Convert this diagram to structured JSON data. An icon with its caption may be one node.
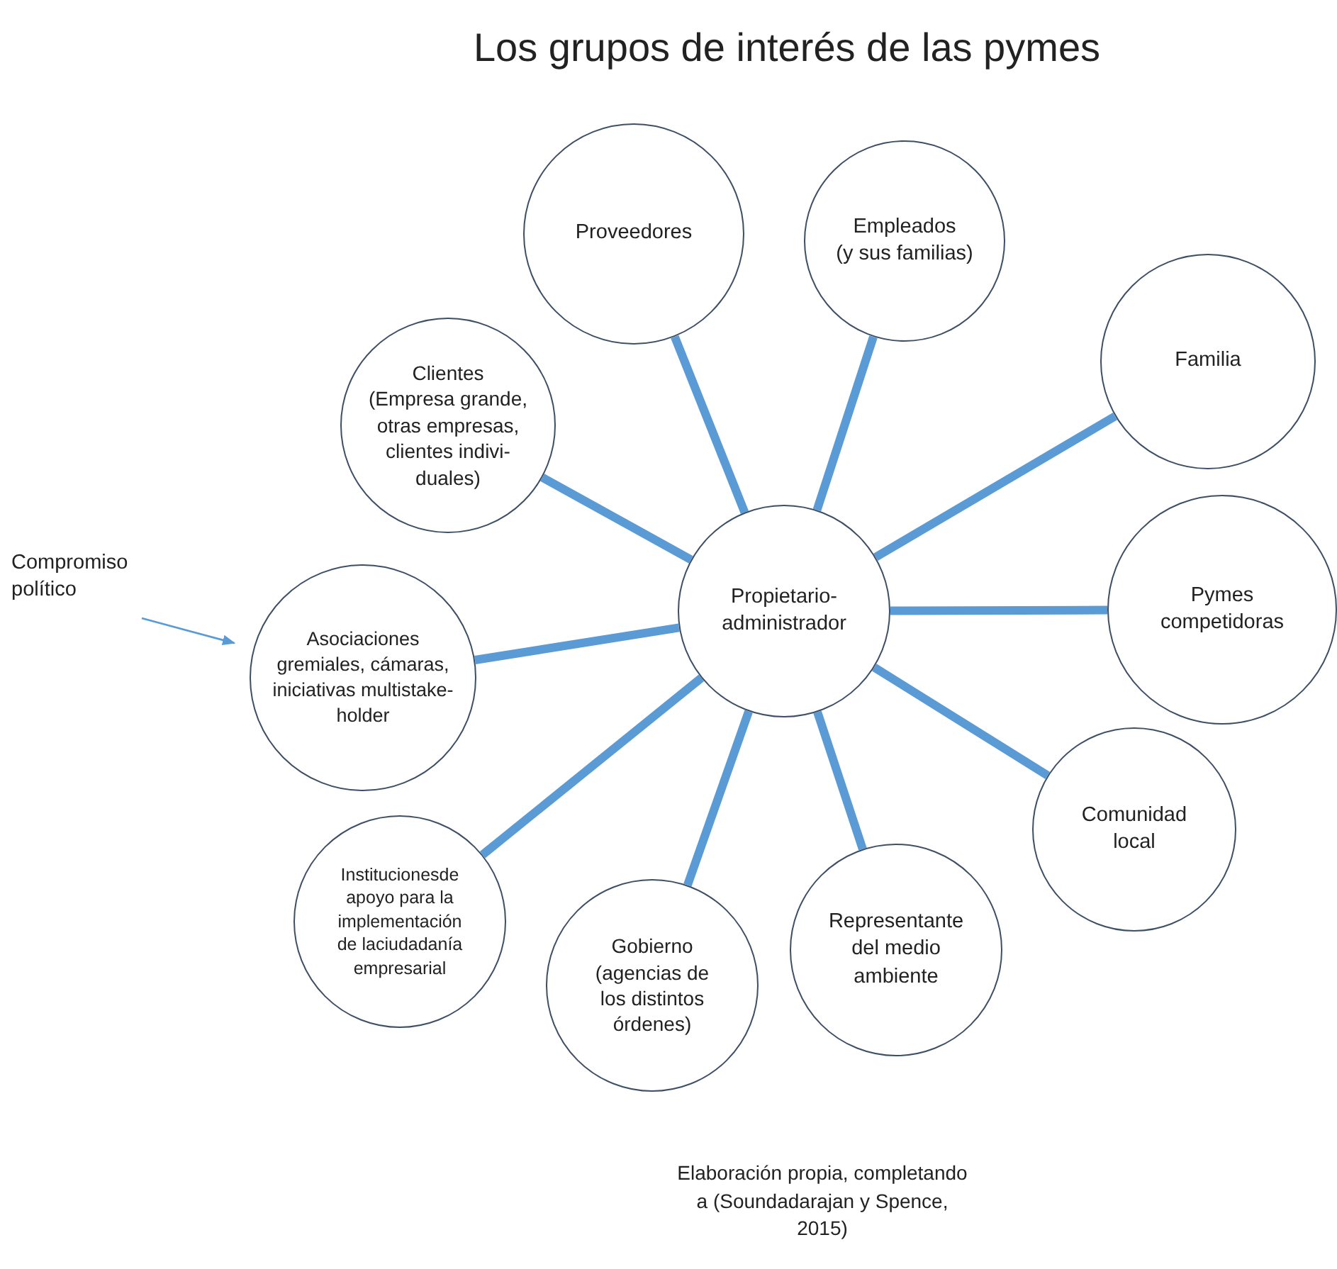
{
  "diagram": {
    "title": "Los grupos de interés de las pymes",
    "caption": "Elaboración propia, completando a (Soundadarajan y Spence, 2015)",
    "nodes": [
      {
        "text": [
          "Proveedores"
        ]
      },
      {
        "text": [
          "Empleados",
          "(y sus familias)"
        ]
      },
      {
        "text": [
          "Clientes",
          "(Empresa grande, otras empresas, clientes indivi- duales)"
        ]
      },
      {
        "text": [
          "Familia"
        ]
      },
      {
        "text": [
          "Compromiso político"
        ]
      },
      {
        "text": [
          "Propietario-administrador"
        ]
      },
      {
        "text": [
          "Asociaciones gremiales, cámaras, iniciativas multistake- holder"
        ]
      },
      {
        "text": [
          "Pymes competidoras"
        ]
      },
      {
        "text": [
          "Comunidad local"
        ]
      },
      {
        "text": [
          "Institucionesde apoyo para la implementación de laciudadanía empresarial"
        ]
      },
      {
        "text": [
          "Gobierno (agencias de los distintos órdenes)"
        ]
      },
      {
        "text": [
          "Representante del medio ambiente"
        ]
      }
    ],
    "edges": [
      {
        "from": 5,
        "to": 0,
        "arrow": "none"
      },
      {
        "from": 5,
        "to": 1,
        "arrow": "none"
      },
      {
        "from": 5,
        "to": 2,
        "arrow": "none"
      },
      {
        "from": 5,
        "to": 3,
        "arrow": "none"
      },
      {
        "from": 5,
        "to": 6,
        "arrow": "none"
      },
      {
        "from": 5,
        "to": 7,
        "arrow": "none"
      },
      {
        "from": 5,
        "to": 8,
        "arrow": "none"
      },
      {
        "from": 5,
        "to": 9,
        "arrow": "none"
      },
      {
        "from": 5,
        "to": 10,
        "arrow": "none"
      },
      {
        "from": 5,
        "to": 11,
        "arrow": "none"
      },
      {
        "from": 4,
        "to": 6,
        "arrow": "to"
      }
    ]
  }
}
